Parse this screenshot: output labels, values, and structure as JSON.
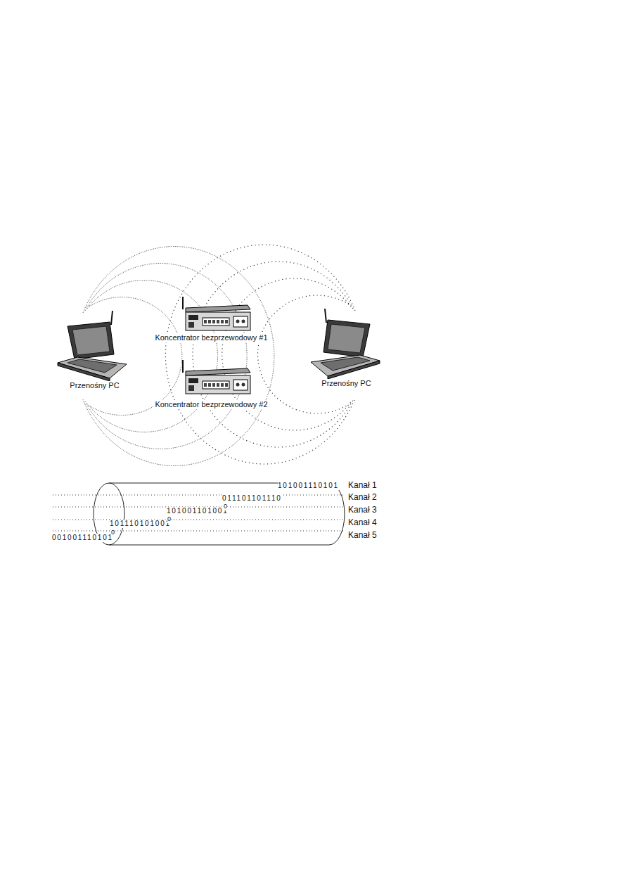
{
  "diagram": {
    "nodes": [
      {
        "text": [
          "Przenośny PC"
        ]
      },
      {
        "text": [
          "Koncentrator bezprzewodowy #1"
        ]
      },
      {
        "text": [
          "Koncentrator bezprzewodowy #2"
        ]
      },
      {
        "text": [
          "Przenośny PC"
        ]
      }
    ],
    "labels": [
      "101001110101",
      "011101101110",
      "101001101001",
      "101110101001",
      "001001110101",
      "Kanał 1",
      "Kanał 2",
      "Kanał 3",
      "Kanał 4",
      "Kanał 5",
      "0",
      "0",
      "0"
    ]
  }
}
